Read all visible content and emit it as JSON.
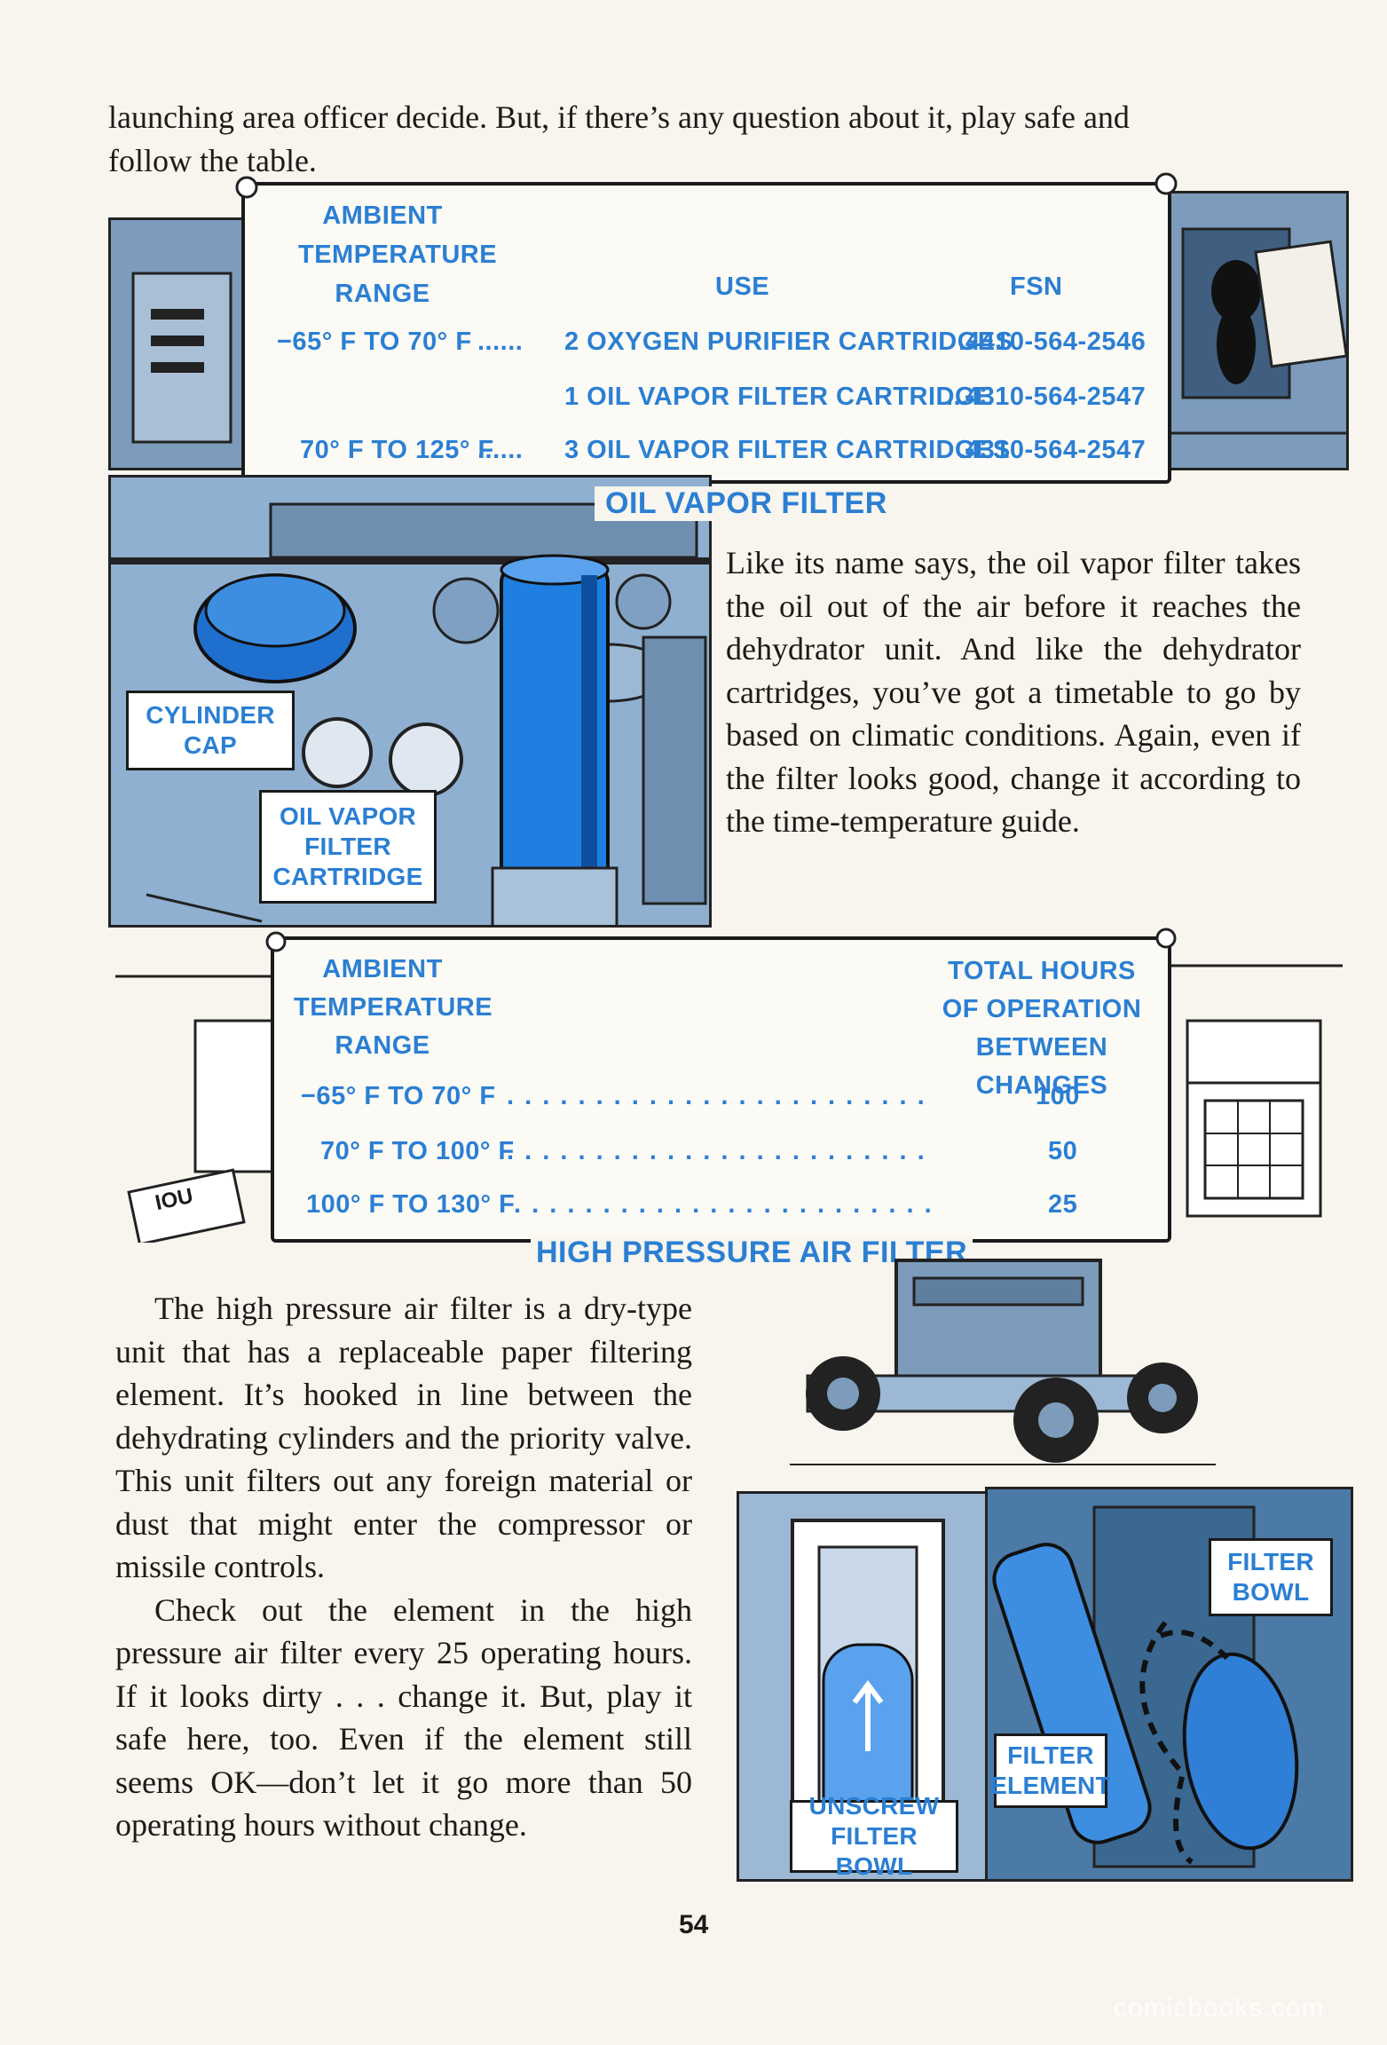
{
  "intro": {
    "line1": "launching area officer decide. But, if there’s any question about it, play safe and",
    "line2": "follow the table."
  },
  "table1": {
    "header_range": "AMBIENT TEMPERATURE RANGE",
    "header_use": "USE",
    "header_fsn": "FSN",
    "rows": [
      {
        "range": "−65° F TO 70° F",
        "leader": "......",
        "use": "2 OXYGEN PURIFIER CARTRIDGES",
        "leader2": "..",
        "fsn": "4410-564-2546"
      },
      {
        "range": "",
        "leader": "",
        "use": "1 OIL VAPOR FILTER CARTRIDGE",
        "leader2": "...",
        "fsn": "4310-564-2547"
      },
      {
        "range": "70° F TO 125° F",
        "leader": "......",
        "use": "3 OIL VAPOR FILTER CARTRIDGES",
        "leader2": "..",
        "fsn": "4310-564-2547"
      }
    ]
  },
  "oil_vapor": {
    "heading": "OIL VAPOR FILTER",
    "text": "Like its name says, the oil vapor filter takes the oil out of the air before it reaches the dehydrator unit. And like the dehydrator cartridges, you’ve got a timetable to go by based on climatic conditions. Again, even if the filter looks good, change it according to the time-temperature guide.",
    "label_cap": "CYLINDER CAP",
    "label_cartridge": "OIL VAPOR FILTER CARTRIDGE"
  },
  "table2": {
    "header_range": "AMBIENT TEMPERATURE RANGE",
    "header_hours": "TOTAL HOURS OF OPERATION BETWEEN CHANGES",
    "rows": [
      {
        "range": "−65° F TO 70° F",
        "hours": "100"
      },
      {
        "range": "70° F TO 100° F",
        "hours": "50"
      },
      {
        "range": "100° F TO 130° F",
        "hours": "25"
      }
    ],
    "iou": "IOU"
  },
  "hp_filter": {
    "heading": "HIGH PRESSURE AIR FILTER",
    "para1": "The high pressure air filter is a dry-type unit that has a replaceable paper filtering element. It’s hooked in line between the dehydrating cylinders and the priority valve. This unit filters out any foreign material or dust that might enter the compressor or missile controls.",
    "para2": "Check out the element in the high pressure air filter every 25 operating hours. If it looks dirty . . . change it. But, play it safe here, too. Even if the element still seems OK—don’t let it go more than 50 operating hours without change.",
    "label_unscrew": "UNSCREW FILTER BOWL",
    "label_element": "FILTER ELEMENT",
    "label_bowl": "FILTER BOWL"
  },
  "page_number": "54",
  "watermark": "comicbooks.com",
  "colors": {
    "accent_blue": "#2b7fd3",
    "panel_blue": "#8fb0d0",
    "deep_blue": "#1f6fcf"
  }
}
